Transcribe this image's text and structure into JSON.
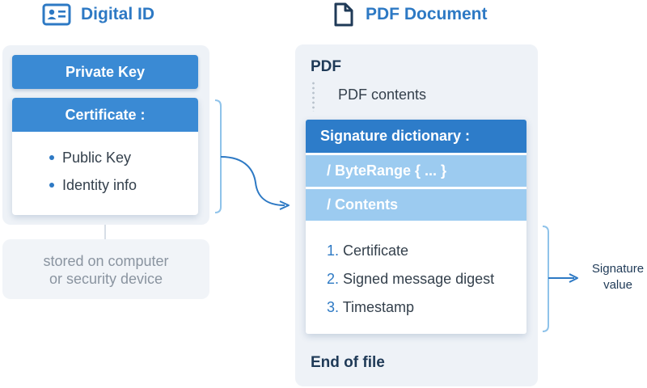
{
  "digital_id": {
    "title": "Digital ID",
    "icon": "id-card-icon",
    "private_key_label": "Private Key",
    "certificate_label": "Certificate :",
    "certificate_items": [
      "Public Key",
      "Identity info"
    ],
    "storage_line1": "stored on computer",
    "storage_line2": "or security device"
  },
  "pdf_document": {
    "title": "PDF Document",
    "icon": "document-icon",
    "pdf_label": "PDF",
    "contents_label": "PDF contents",
    "signature_dictionary_label": "Signature dictionary :",
    "byterange_label": "/ ByteRange  { ... }",
    "contents_field_label": "/ Contents",
    "contents_items": [
      {
        "number": "1.",
        "label": "Certificate"
      },
      {
        "number": "2.",
        "label": "Signed message digest"
      },
      {
        "number": "3.",
        "label": "Timestamp"
      }
    ],
    "end_label": "End of file"
  },
  "signature_value": {
    "line1": "Signature",
    "line2": "value"
  },
  "colors": {
    "accent": "#2d79c4",
    "bar_blue": "#3a8ad4",
    "light_blue": "#9ccbf0",
    "panel_bg": "#eef2f7",
    "dark_text": "#1f3a57"
  }
}
